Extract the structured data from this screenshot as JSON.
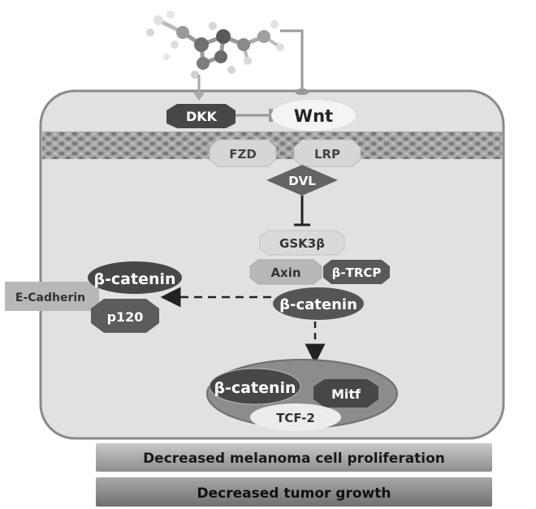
{
  "labels": {
    "dkk": "DKK",
    "wnt": "Wnt",
    "fzd": "FZD",
    "lrp": "LRP",
    "dvl": "DVL",
    "gsk3b": "GSK3β",
    "axin": "Axin",
    "btrcp": "β-TRCP",
    "bcatenin_cyto": "β-catenin",
    "bcatenin_membrane": "β-catenin",
    "ecadherin": "E-Cadherin",
    "p120": "p120",
    "bcatenin_nucleus": "β-catenin",
    "mitf": "Mitf",
    "tcf2": "TCF-2"
  },
  "outcomes": [
    "Decreased melanoma cell proliferation",
    "Decreased tumor growth"
  ],
  "colors": {
    "dark": "#4a4a4a",
    "medium": "#8c8c8c",
    "light": "#d6d6d6",
    "cell_fill": "#e1e1e1",
    "cell_stroke": "#8a8a8a",
    "membrane": "#9a9a9a",
    "arrow": "#222222"
  }
}
